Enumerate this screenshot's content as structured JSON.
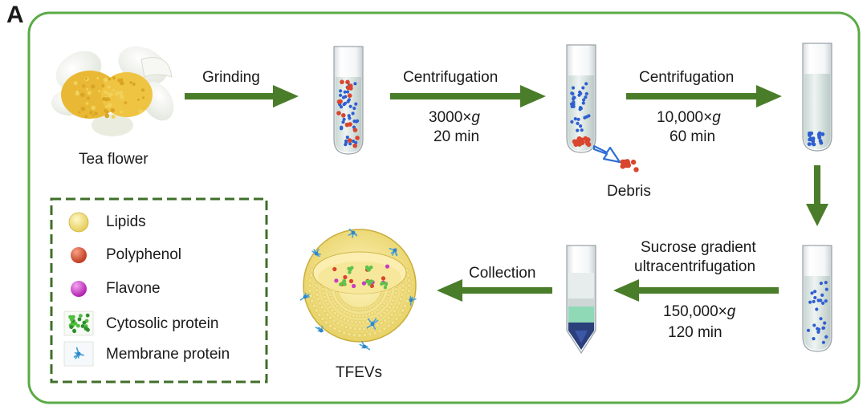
{
  "panel_label": "A",
  "source": {
    "label": "Tea flower"
  },
  "steps": [
    {
      "label": "Grinding"
    },
    {
      "label": "Centrifugation",
      "speed_value": "3000×",
      "speed_unit": "g",
      "time": "20 min"
    },
    {
      "label": "Centrifugation",
      "speed_value": "10,000×",
      "speed_unit": "g",
      "time": "60 min"
    },
    {
      "label_line1": "Sucrose gradient",
      "label_line2": "ultracentrifugation",
      "speed_value": "150,000×",
      "speed_unit": "g",
      "time": "120 min"
    },
    {
      "label": "Collection"
    }
  ],
  "debris_label": "Debris",
  "product_label": "TFEVs",
  "legend": [
    {
      "label": "Lipids",
      "icon": "lipid-sphere"
    },
    {
      "label": "Polyphenol",
      "icon": "polyphenol-sphere"
    },
    {
      "label": "Flavone",
      "icon": "flavone-sphere"
    },
    {
      "label": "Cytosolic protein",
      "icon": "cytosolic-protein"
    },
    {
      "label": "Membrane protein",
      "icon": "membrane-protein"
    }
  ],
  "colors": {
    "frame": "#5aab46",
    "arrow": "#4a7d2a",
    "legend_border": "#3f6f2a",
    "polyphenol": "#d9452e",
    "flavone": "#c63cc4",
    "lipid": "#f2e27a",
    "particle_blue": "#2f5fd0",
    "debris_arrow": "#2f6fd6"
  }
}
